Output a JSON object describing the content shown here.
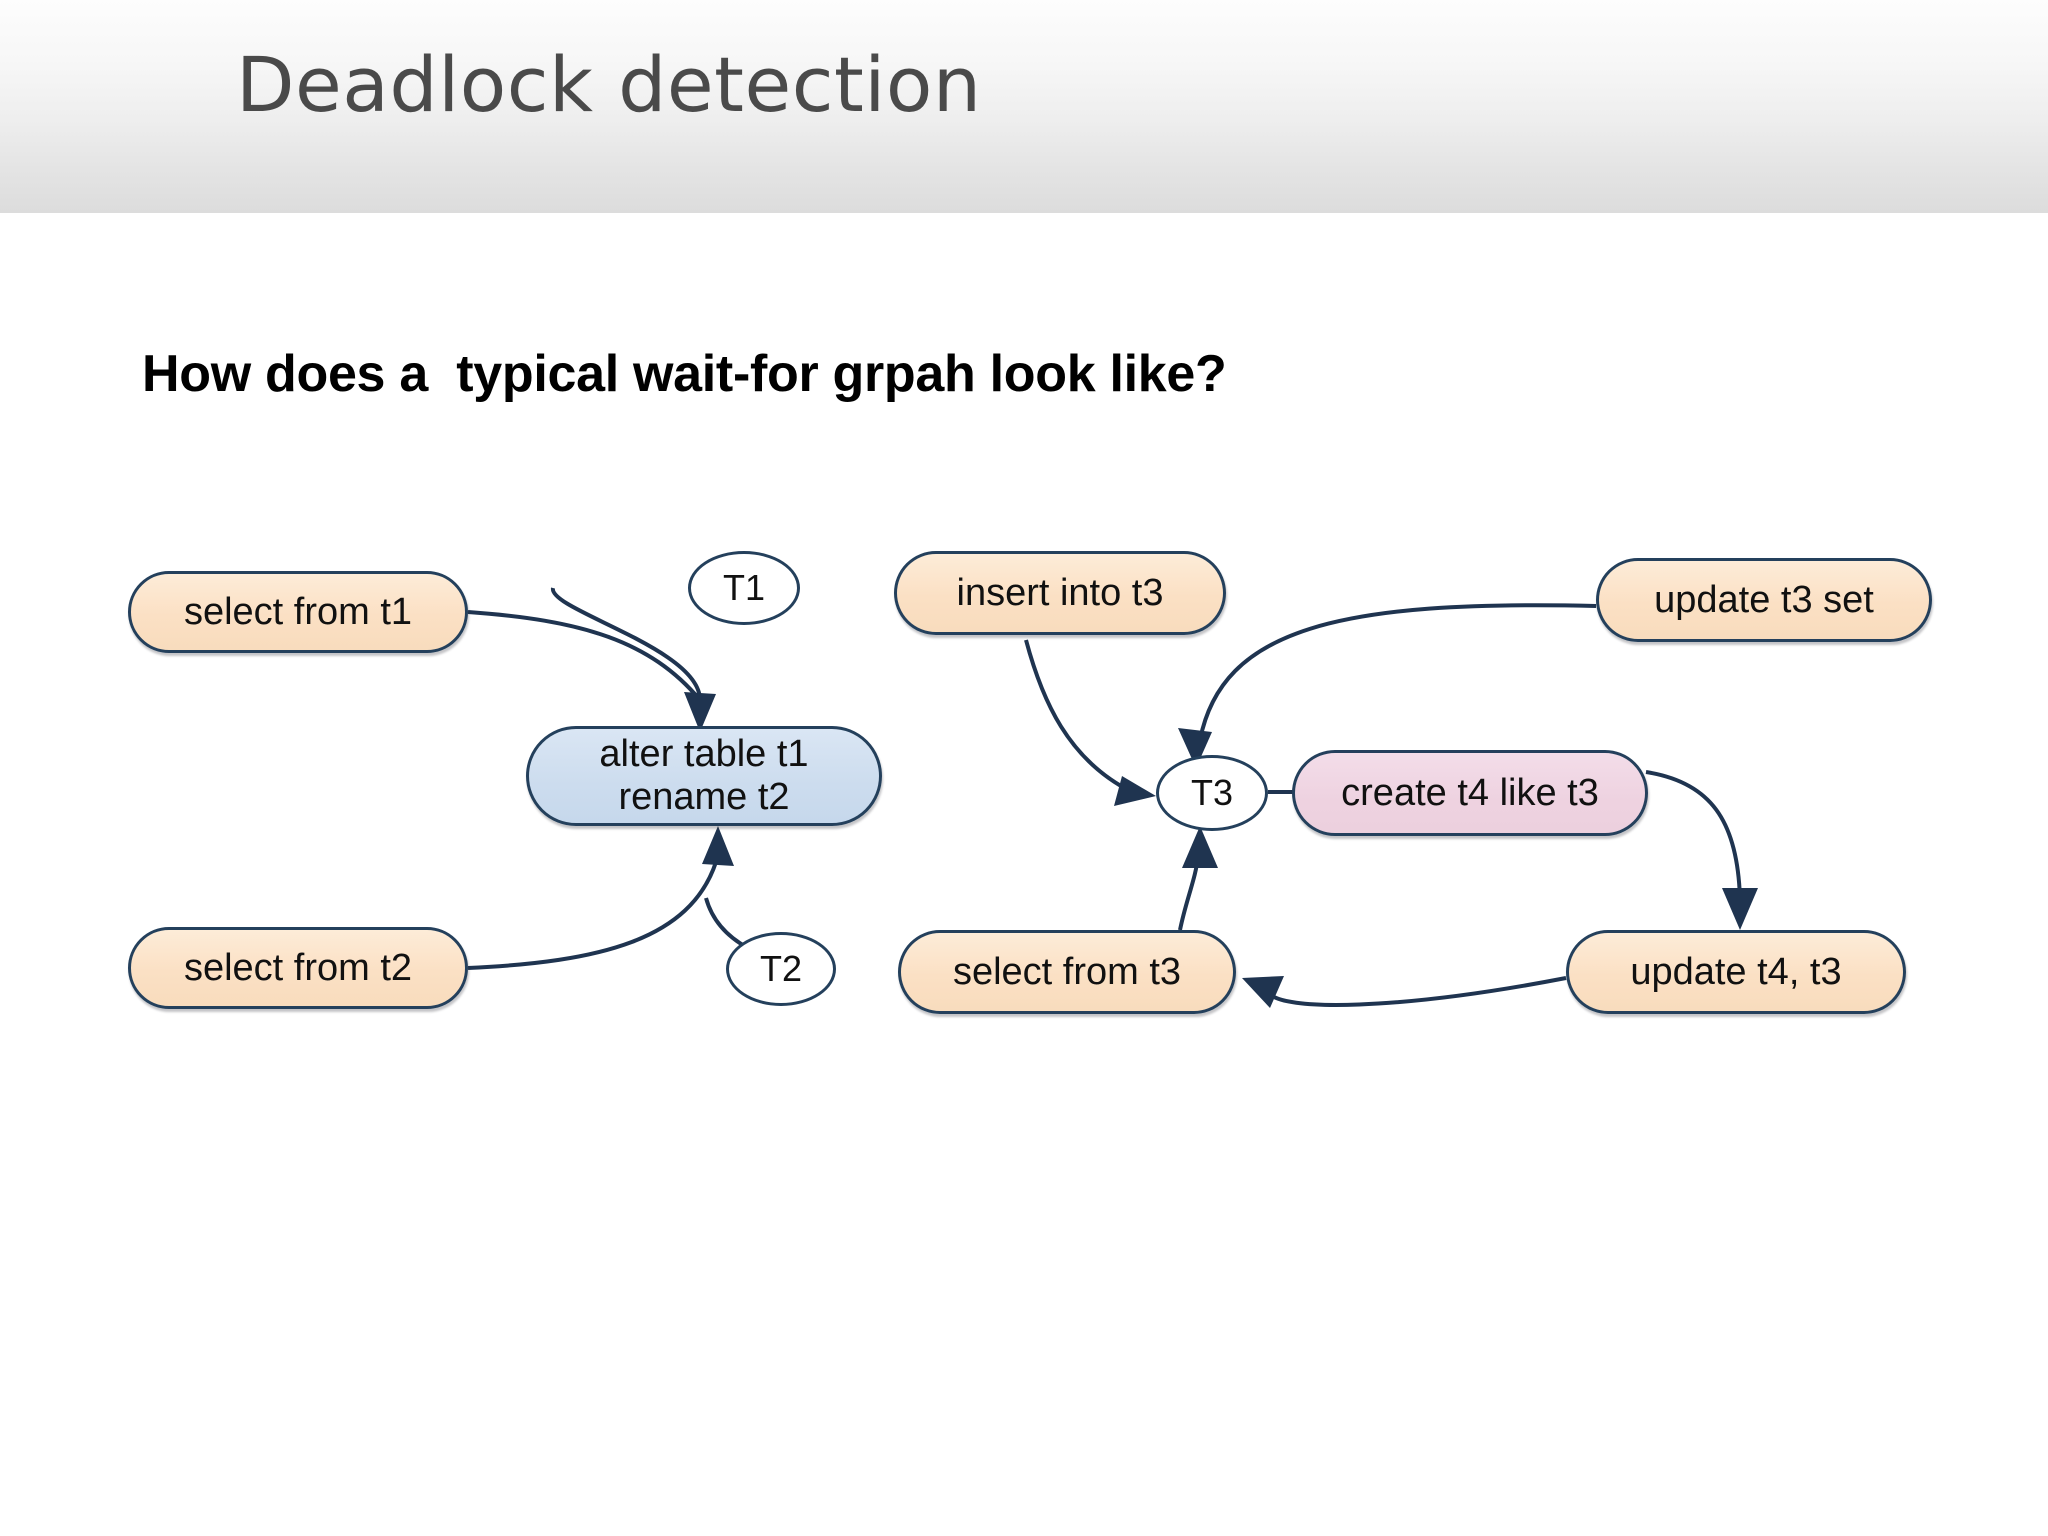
{
  "slide": {
    "title": "Deadlock detection",
    "subtitle": "How does a  typical wait-for grpah look like?"
  },
  "colors": {
    "header_gradient_top": "#fdfdfd",
    "header_gradient_bottom": "#dcdcdc",
    "title_text": "#4a4a4a",
    "node_border": "#24405c",
    "edge_stroke": "#1f3450",
    "node_orange": "#fbe0c4",
    "node_blue": "#ccdcee",
    "node_pink": "#eed2e0",
    "node_circle": "#ffffff",
    "background": "#ffffff"
  },
  "diagram": {
    "type": "wait-for-graph",
    "nodes": [
      {
        "id": "select_t1",
        "label": "select from t1",
        "shape": "pill",
        "color": "orange"
      },
      {
        "id": "t1",
        "label": "T1",
        "shape": "circle",
        "color": "white"
      },
      {
        "id": "alter_t1",
        "label": "alter table t1\nrename t2",
        "shape": "pill",
        "color": "blue"
      },
      {
        "id": "select_t2",
        "label": "select from t2",
        "shape": "pill",
        "color": "orange"
      },
      {
        "id": "t2",
        "label": "T2",
        "shape": "circle",
        "color": "white"
      },
      {
        "id": "insert_t3",
        "label": "insert into t3",
        "shape": "pill",
        "color": "orange"
      },
      {
        "id": "update_t3_set",
        "label": "update t3 set",
        "shape": "pill",
        "color": "orange"
      },
      {
        "id": "t3",
        "label": "T3",
        "shape": "circle",
        "color": "white"
      },
      {
        "id": "create_t4",
        "label": "create t4 like t3",
        "shape": "pill",
        "color": "pink"
      },
      {
        "id": "select_t3",
        "label": "select from t3",
        "shape": "pill",
        "color": "orange"
      },
      {
        "id": "update_t4_t3",
        "label": "update t4, t3",
        "shape": "pill",
        "color": "orange"
      }
    ],
    "node_labels": {
      "select_t1": "select from t1",
      "t1": "T1",
      "alter_t1_line1": "alter table t1",
      "alter_t1_line2": "rename t2",
      "select_t2": "select from t2",
      "t2": "T2",
      "insert_t3": "insert into t3",
      "update_t3_set": "update t3 set",
      "t3": "T3",
      "create_t4": "create t4 like t3",
      "select_t3": "select from t3",
      "update_t4_t3": "update t4, t3"
    },
    "edges": [
      {
        "from": "select_t1",
        "to": "alter_t1",
        "arrow": true
      },
      {
        "from": "t1",
        "to": "alter_t1",
        "arrow": false
      },
      {
        "from": "select_t2",
        "to": "alter_t1",
        "arrow": true
      },
      {
        "from": "t2",
        "to": "alter_t1",
        "arrow": false
      },
      {
        "from": "insert_t3",
        "to": "t3",
        "arrow": true
      },
      {
        "from": "update_t3_set",
        "to": "t3",
        "arrow": true
      },
      {
        "from": "select_t3",
        "to": "t3",
        "arrow": true
      },
      {
        "from": "t3",
        "to": "create_t4",
        "arrow": false
      },
      {
        "from": "create_t4",
        "to": "update_t4_t3",
        "arrow": true
      },
      {
        "from": "update_t4_t3",
        "to": "select_t3",
        "arrow": true
      }
    ]
  }
}
